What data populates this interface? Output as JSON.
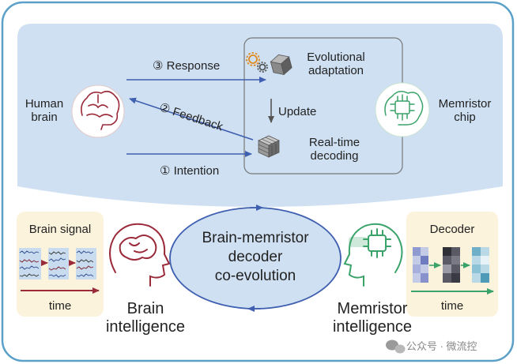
{
  "top_panel": {
    "human_brain": [
      "Human",
      "brain"
    ],
    "memristor_chip": [
      "Memristor",
      "chip"
    ],
    "arrows": {
      "response": "③ Response",
      "feedback": "② Feedback",
      "intention": "① Intention",
      "update": "Update"
    },
    "blocks": {
      "evolutional": [
        "Evolutional",
        "adaptation"
      ],
      "decoding": [
        "Real-time",
        "decoding"
      ]
    }
  },
  "bottom_panel": {
    "brain_signal": {
      "title": "Brain signal",
      "axis": "time"
    },
    "decoder": {
      "title": "Decoder",
      "axis": "time"
    },
    "brain_intelligence": [
      "Brain",
      "intelligence"
    ],
    "memristor_intelligence": [
      "Memristor",
      "intelligence"
    ],
    "center": [
      "Brain-memristor",
      "decoder",
      "co-evolution"
    ]
  },
  "watermark": "公众号 · 微流控",
  "colors": {
    "frame": "#5aa0c8",
    "panel": "#cfe0f2",
    "arrow": "#3f5fb0",
    "brain": "#9b2a3a",
    "chip": "#3aa36a",
    "card": "#fbf3dc",
    "ellipse": "#cfe0f2"
  }
}
